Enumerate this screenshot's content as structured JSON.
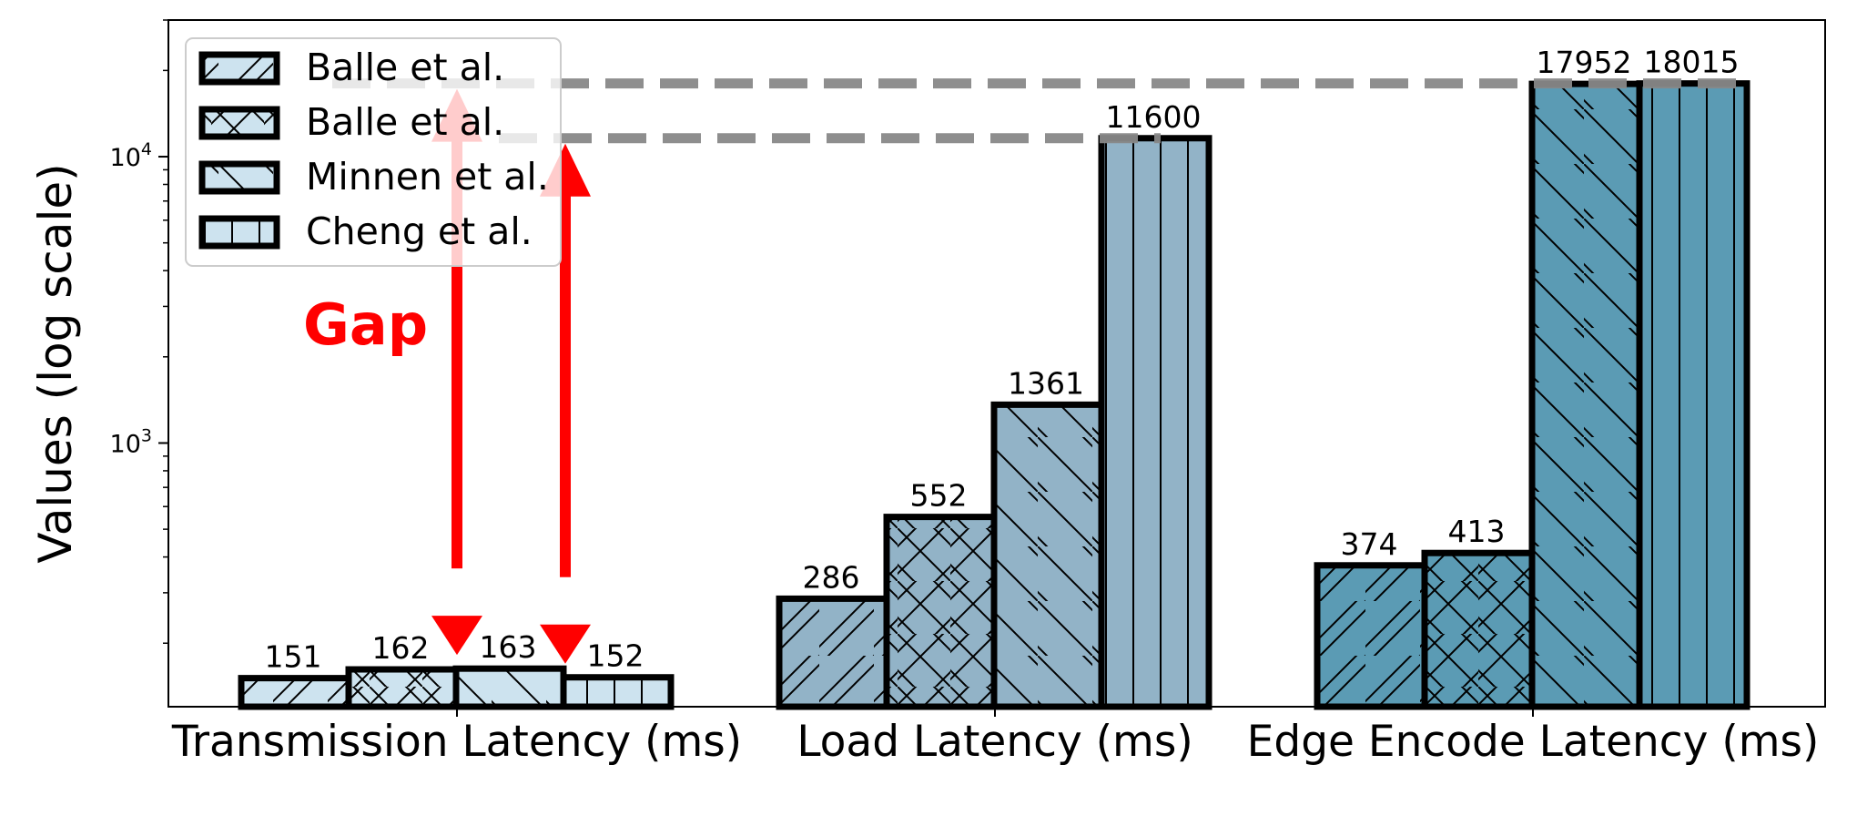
{
  "chart_data": {
    "type": "bar",
    "ylabel": "Values (log scale)",
    "yscale": "log",
    "ylim": [
      120,
      30000
    ],
    "yticks": [
      {
        "value": 1000,
        "base": "10",
        "exp": "3"
      },
      {
        "value": 10000,
        "base": "10",
        "exp": "4"
      }
    ],
    "categories": [
      "Transmission Latency (ms)",
      "Load Latency (ms)",
      "Edge Encode Latency (ms)"
    ],
    "category_colors": [
      "#cde3ef",
      "#92b3c7",
      "#5b9bb4"
    ],
    "series": [
      {
        "name": "Balle et al.",
        "hatch": "fwd",
        "values": [
          151,
          286,
          374
        ]
      },
      {
        "name": "Balle et al.",
        "hatch": "cross",
        "values": [
          162,
          552,
          413
        ]
      },
      {
        "name": "Minnen et al.",
        "hatch": "back",
        "values": [
          163,
          1361,
          17952
        ]
      },
      {
        "name": "Cheng et al.",
        "hatch": "vert",
        "values": [
          152,
          11600,
          18015
        ]
      }
    ],
    "value_labels": [
      [
        "151",
        "286",
        "374"
      ],
      [
        "162",
        "552",
        "413"
      ],
      [
        "163",
        "1361",
        "17952"
      ],
      [
        "152",
        "11600",
        "18015"
      ]
    ],
    "legend": {
      "placement": "top-left",
      "swatch_color": "#cde3ef"
    },
    "annotation": {
      "text": "Gap",
      "color": "#ff0000"
    },
    "reference_lines": [
      18015,
      11600
    ],
    "gap_arrows": [
      {
        "from": 163,
        "to": 18015
      },
      {
        "from": 152,
        "to": 11600
      }
    ],
    "grid": false
  }
}
